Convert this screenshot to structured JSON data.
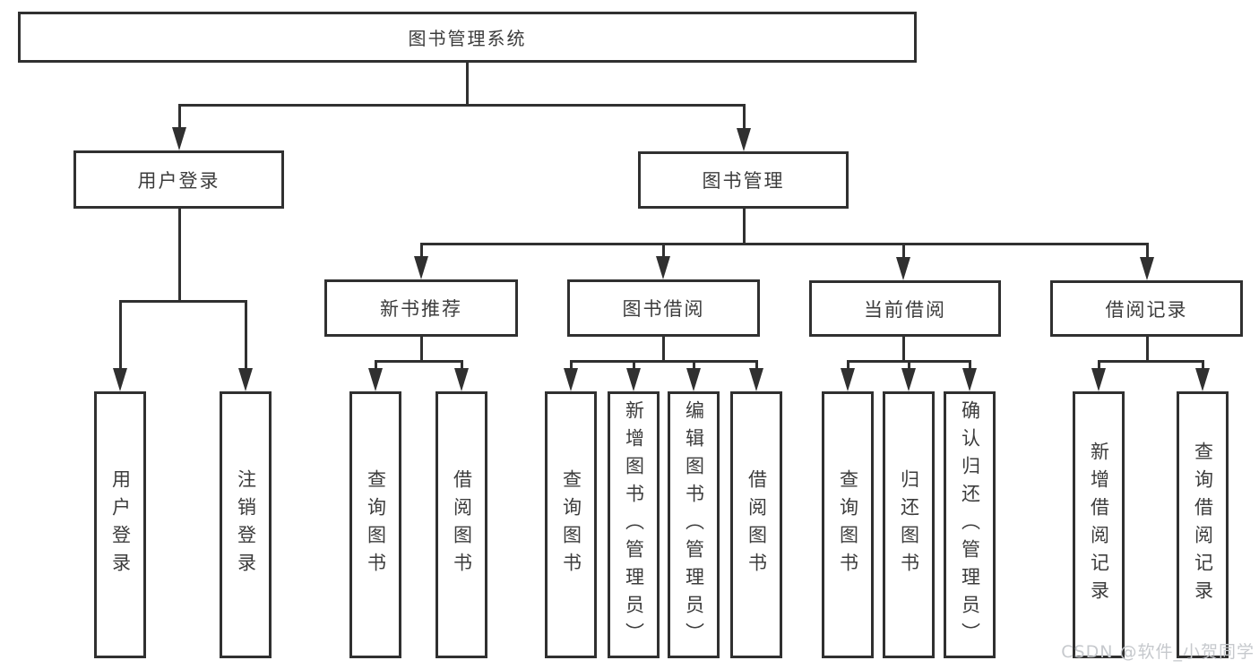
{
  "diagram": {
    "title": "图书管理系统",
    "colors": {
      "background": "#ffffff",
      "box_border": "#303030",
      "connector": "#303030",
      "text": "#3c3c3c",
      "watermark_text_color": "#c6c9cd"
    },
    "watermark": {
      "text": "CSDN @软件_小贺同学"
    },
    "hierarchy": {
      "label": "图书管理系统",
      "children": [
        {
          "label": "用户登录",
          "children": [
            {
              "label": "用户登录"
            },
            {
              "label": "注销登录"
            }
          ]
        },
        {
          "label": "图书管理",
          "children": [
            {
              "label": "新书推荐",
              "children": [
                {
                  "label": "查询图书"
                },
                {
                  "label": "借阅图书"
                }
              ]
            },
            {
              "label": "图书借阅",
              "children": [
                {
                  "label": "查询图书"
                },
                {
                  "label": "新增图书（管理员）"
                },
                {
                  "label": "编辑图书（管理员）"
                },
                {
                  "label": "借阅图书"
                }
              ]
            },
            {
              "label": "当前借阅",
              "children": [
                {
                  "label": "查询图书"
                },
                {
                  "label": "归还图书"
                },
                {
                  "label": "确认归还（管理员）"
                }
              ]
            },
            {
              "label": "借阅记录",
              "children": [
                {
                  "label": "新增借阅记录"
                },
                {
                  "label": "查询借阅记录"
                }
              ]
            }
          ]
        }
      ]
    }
  }
}
